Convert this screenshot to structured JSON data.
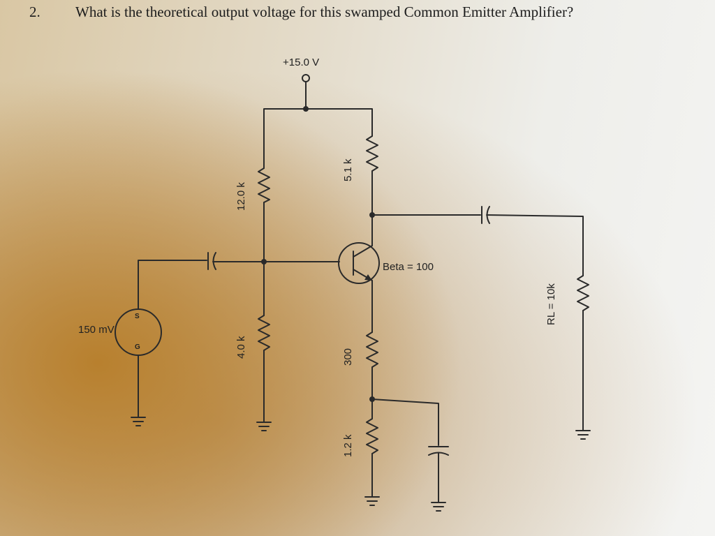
{
  "question": {
    "number": "2.",
    "text": "What is the theoretical output voltage for this swamped Common Emitter Amplifier?"
  },
  "circuit": {
    "supply_label": "+15.0 V",
    "source_label": "150 mV",
    "source_terminal_top": "S",
    "source_terminal_bottom": "G",
    "r1_label": "12.0 k",
    "r2_label": "4.0 k",
    "rc_label": "5.1 k",
    "re1_label": "300",
    "re2_label": "1.2 k",
    "rl_label": "RL = 10k",
    "beta_label": "Beta = 100"
  },
  "colors": {
    "ink": "#2a2a2a",
    "paper": "#eeeeea"
  }
}
